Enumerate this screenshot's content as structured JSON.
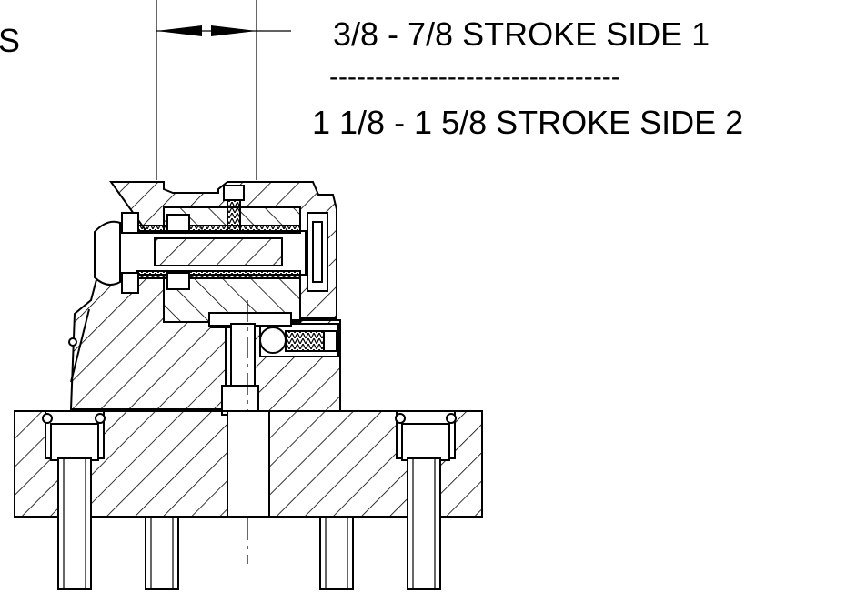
{
  "labels": {
    "corner_fragment": "S",
    "stroke_side_1": "3/8 - 7/8 STROKE SIDE 1",
    "divider": "--------------------------------",
    "stroke_side_2": "1 1/8 - 1 5/8 STROKE SIDE 2"
  },
  "colors": {
    "ink": "#000000",
    "paper": "#ffffff"
  }
}
